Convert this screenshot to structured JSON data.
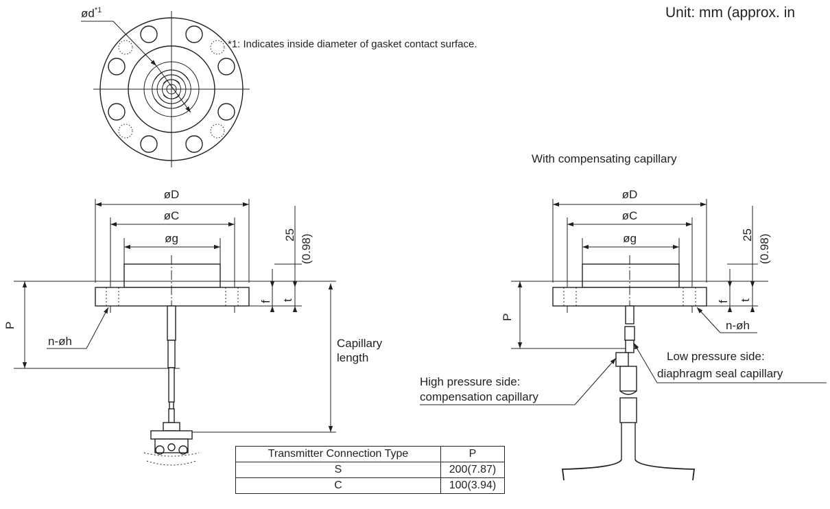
{
  "unit_label": "Unit: mm (approx. in",
  "footnote": "*1: Indicates inside diameter of gasket contact surface.",
  "top_view": {
    "label_d": "ød",
    "label_d_sup": "*1"
  },
  "left_view": {
    "label_D": "øD",
    "label_C": "øC",
    "label_g": "øg",
    "dim_25": "25",
    "dim_098": "(0.98)",
    "label_f": "f",
    "label_t": "t",
    "label_P": "P",
    "label_nh": "n-øh",
    "capillary_line1": "Capillary",
    "capillary_line2": "length"
  },
  "right_view": {
    "title": "With compensating capillary",
    "label_D": "øD",
    "label_C": "øC",
    "label_g": "øg",
    "dim_25": "25",
    "dim_098": "(0.98)",
    "label_f": "f",
    "label_t": "t",
    "label_P": "P",
    "label_nh": "n-øh",
    "low_line1": "Low pressure side:",
    "low_line2": "diaphragm seal capillary",
    "high_line1": "High pressure side:",
    "high_line2": "compensation capillary"
  },
  "table": {
    "headers": [
      "Transmitter Connection Type",
      "P"
    ],
    "rows": [
      [
        "S",
        "200(7.87)"
      ],
      [
        "C",
        "100(3.94)"
      ]
    ]
  }
}
